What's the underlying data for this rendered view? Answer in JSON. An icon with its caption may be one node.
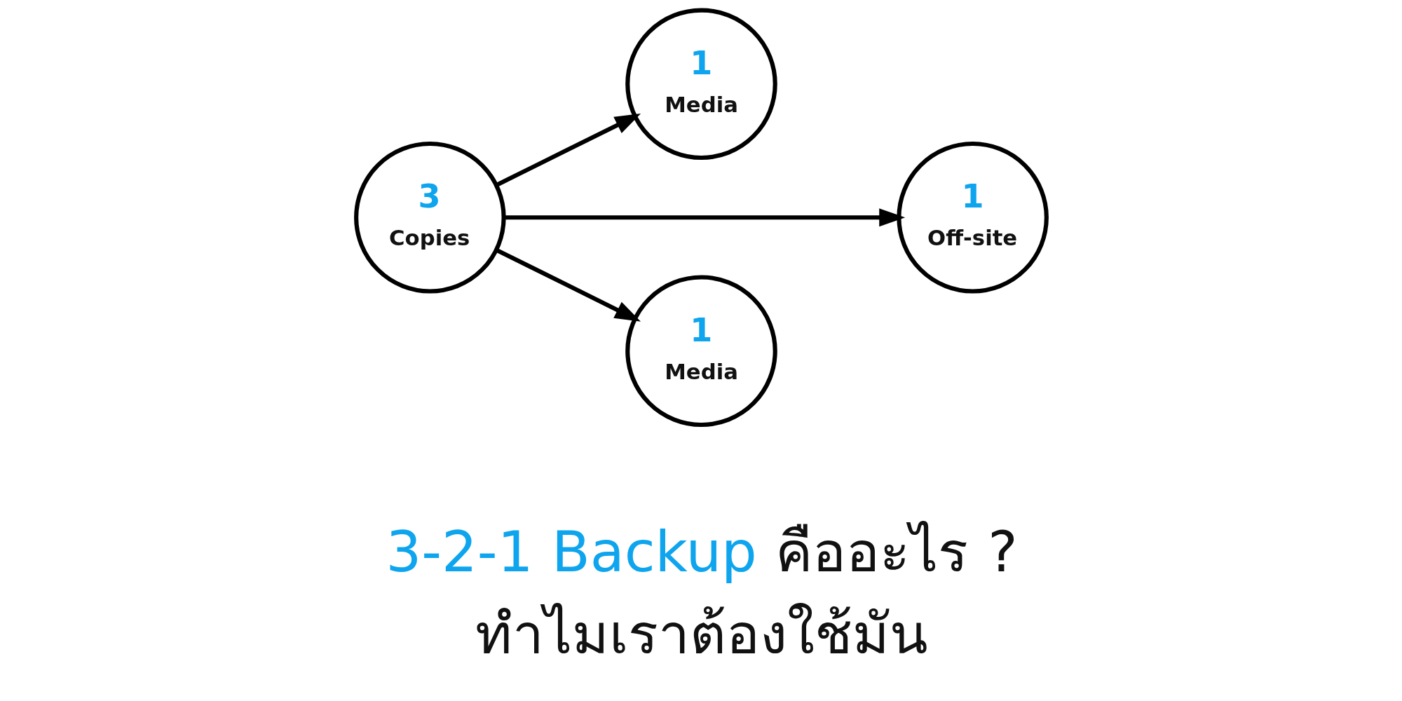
{
  "diagram": {
    "title": "3-2-1 Backup คืออะไร ? ทำไมเราต้องใช้มัน",
    "nodes": [
      {
        "text": [
          "3",
          "Copies"
        ]
      },
      {
        "text": [
          "1",
          "Media"
        ]
      },
      {
        "text": [
          "1",
          "Off-site"
        ]
      },
      {
        "text": [
          "1",
          "Media"
        ]
      }
    ],
    "edges": [
      {
        "from": 0,
        "to": 1,
        "arrow": "to"
      },
      {
        "from": 0,
        "to": 2,
        "arrow": "to"
      },
      {
        "from": 0,
        "to": 3,
        "arrow": "to"
      }
    ]
  }
}
